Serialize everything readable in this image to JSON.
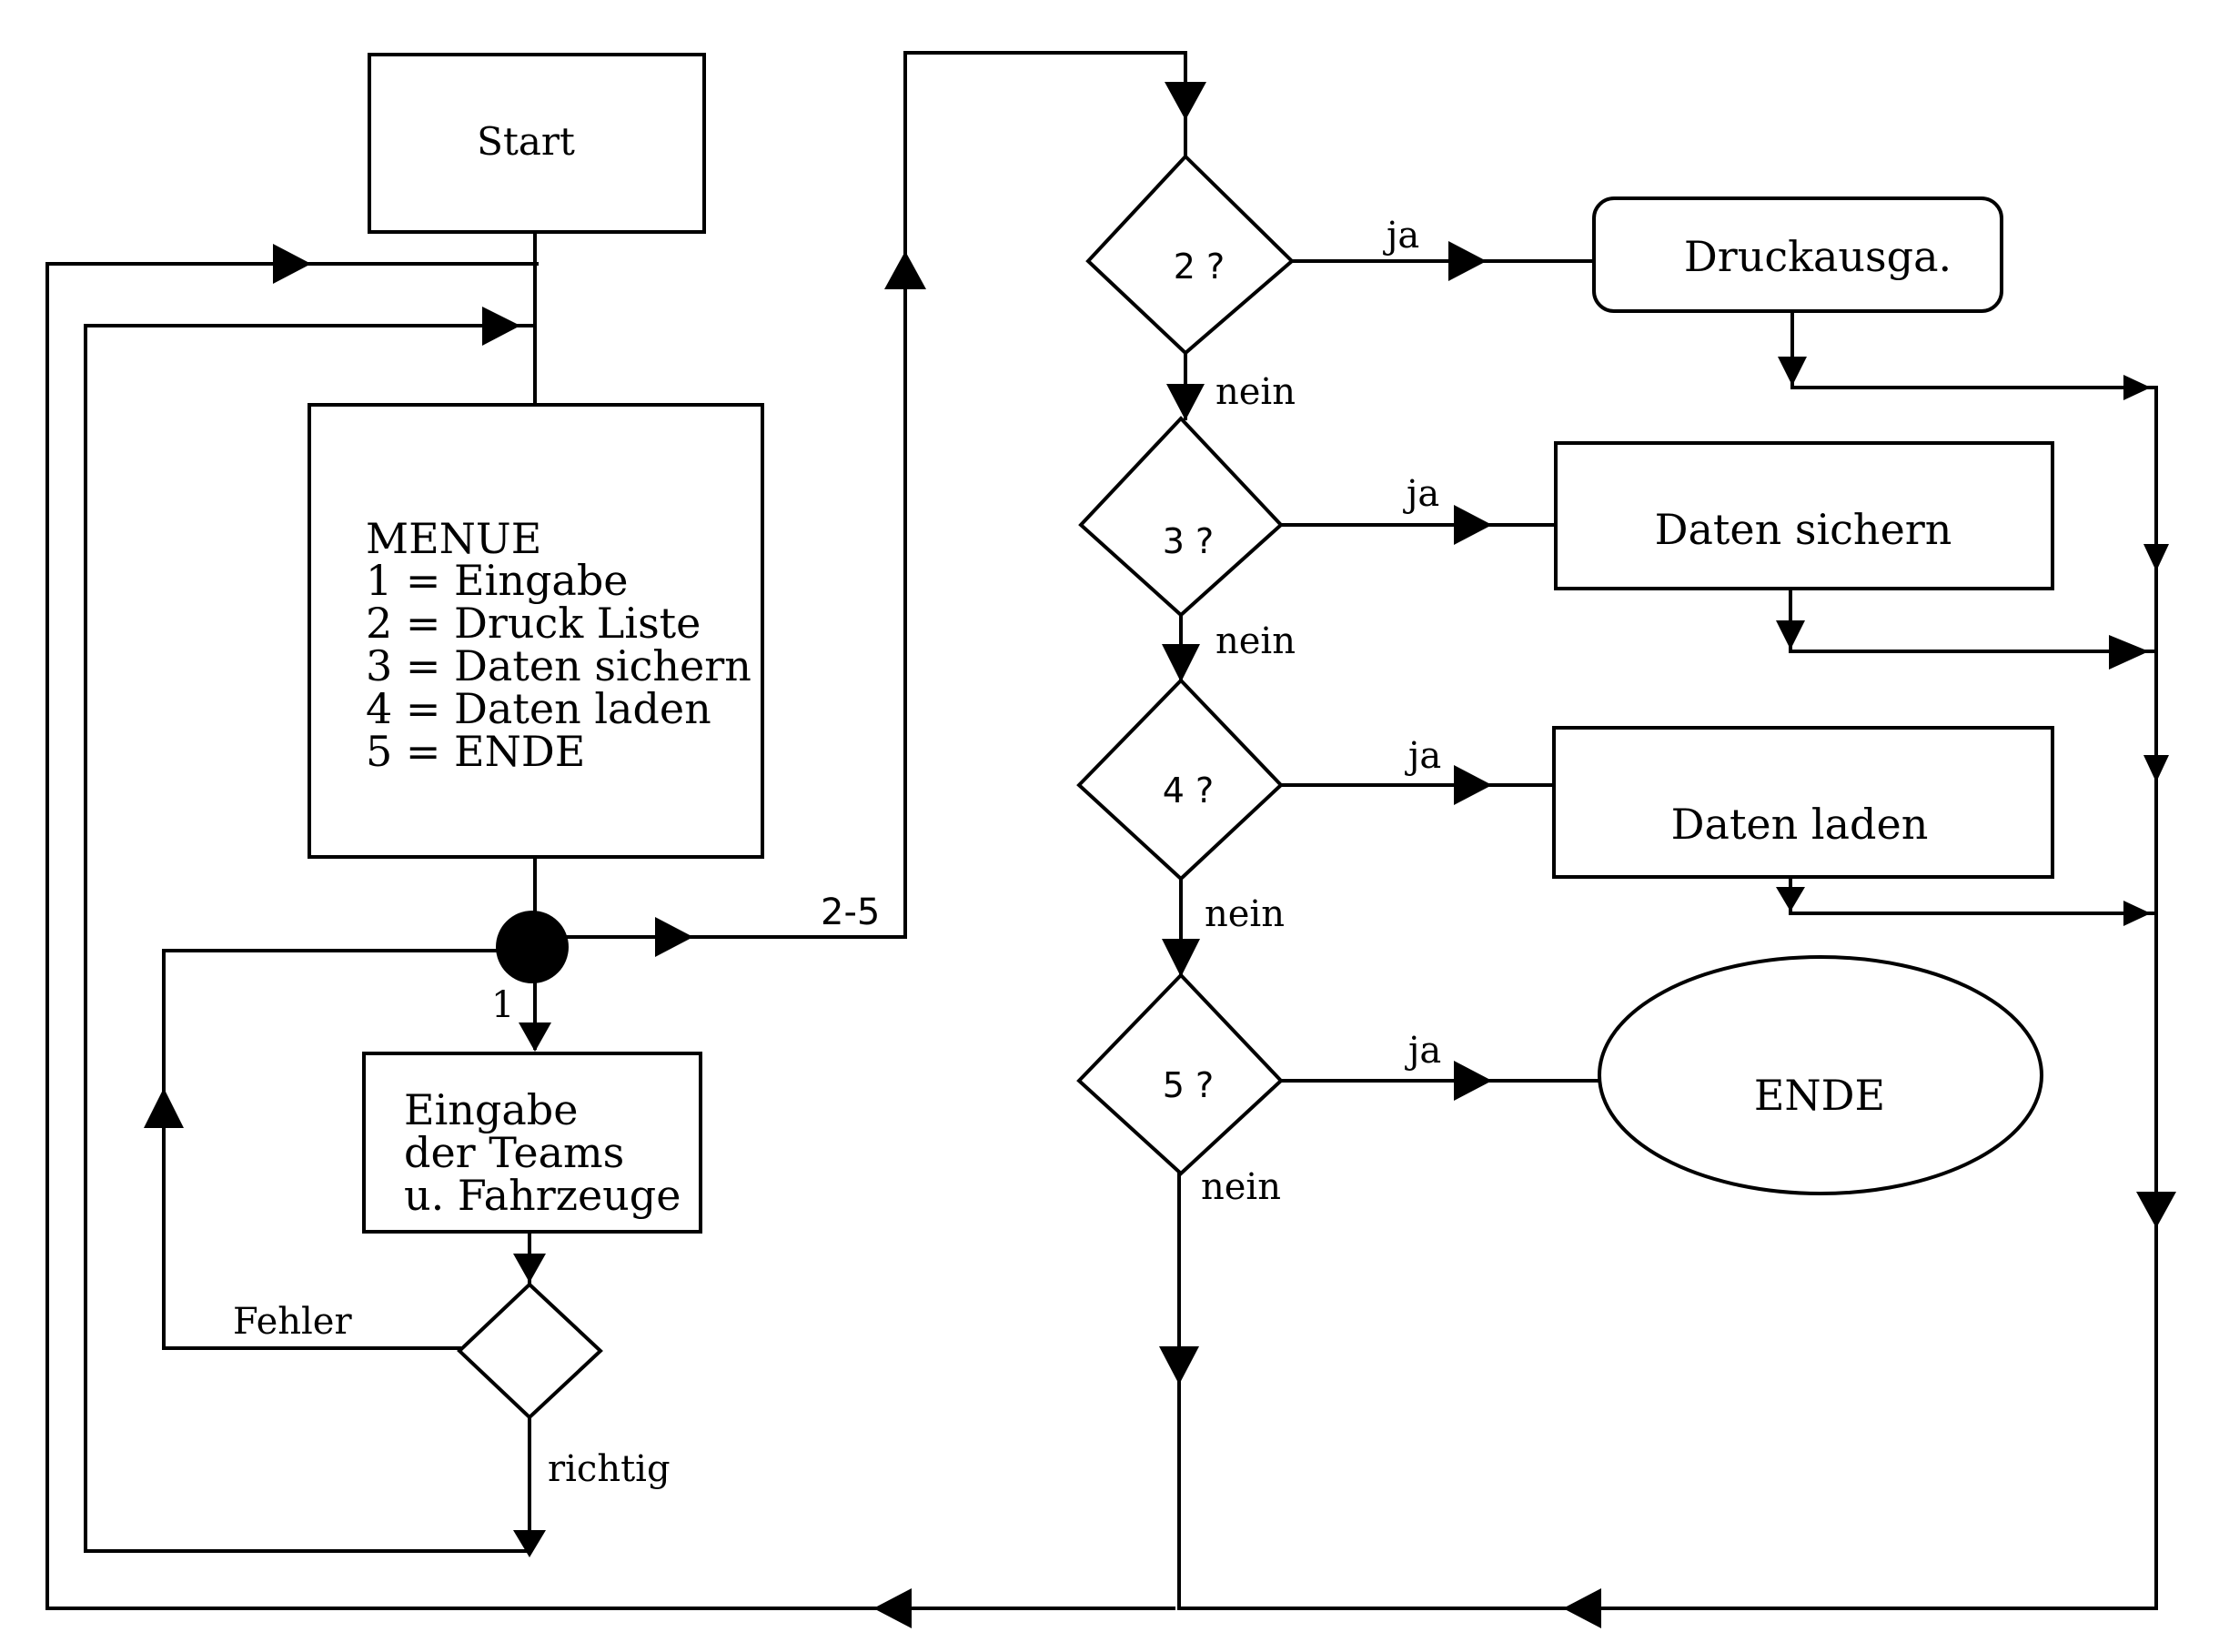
{
  "nodes": {
    "start": "Start",
    "menu": {
      "title": "MENUE",
      "options": [
        "1 = Eingabe",
        "2 = Druck Liste",
        "3 = Daten sichern",
        "4 = Daten laden",
        "5 = ENDE"
      ]
    },
    "input": [
      "Eingabe",
      "der Teams",
      "u. Fahrzeuge"
    ],
    "print": "Druckausga.",
    "save": "Daten sichern",
    "load": "Daten laden",
    "end": "ENDE"
  },
  "decisions": {
    "d2": "2 ?",
    "d3": "3 ?",
    "d4": "4 ?",
    "d5": "5 ?"
  },
  "labels": {
    "range": "2-5",
    "one": "1",
    "yes": "ja",
    "no": "nein",
    "error": "Fehler",
    "correct": "richtig"
  }
}
